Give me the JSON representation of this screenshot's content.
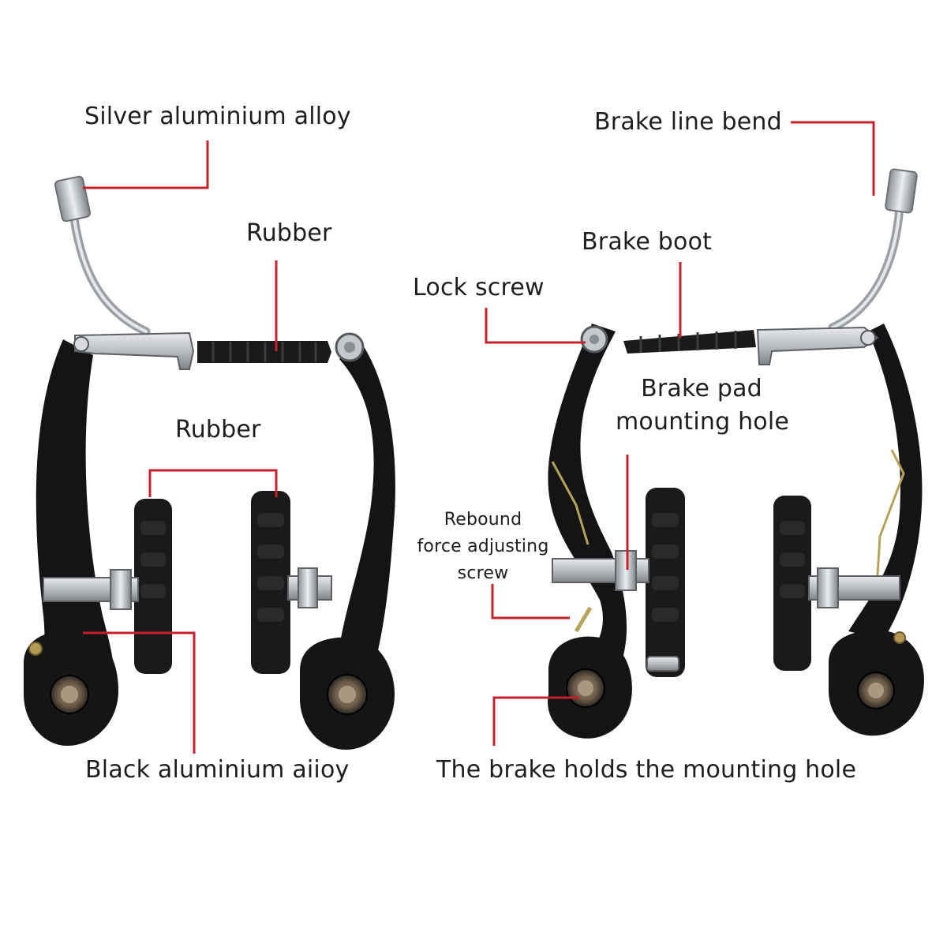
{
  "diagram": {
    "colors": {
      "leader_line": "#c8202b",
      "arm_black": "#141414",
      "silver": "#b9bcc0",
      "rubber": "#1a1a1a",
      "background": "#ffffff"
    },
    "labels": {
      "silver_alloy": "Silver aluminium alloy",
      "rubber_top": "Rubber",
      "rubber_mid": "Rubber",
      "black_alloy": "Black aluminium aiioy",
      "brake_line_bend": "Brake line bend",
      "brake_boot": "Brake boot",
      "lock_screw": "Lock screw",
      "brake_pad_hole_1": "Brake pad",
      "brake_pad_hole_2": "mounting hole",
      "rebound_1": "Rebound",
      "rebound_2": "force adjusting",
      "rebound_3": "screw",
      "mounting_hole": "The brake holds the mounting hole"
    }
  }
}
